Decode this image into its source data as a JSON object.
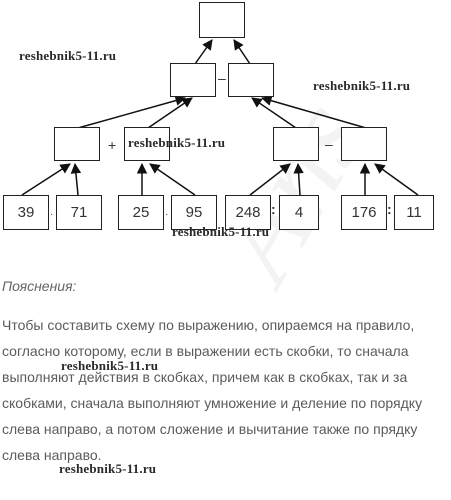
{
  "watermark": "reshebnik5-11.ru",
  "nodes": {
    "leaf1": "39",
    "leaf2": "71",
    "leaf3": "25",
    "leaf4": "95",
    "leaf5": "248",
    "leaf6": "4",
    "leaf7": "176",
    "leaf8": "11"
  },
  "operators": {
    "op_leaf_left1": "·",
    "op_leaf_left2": "·",
    "op_leaf_right1": ":",
    "op_leaf_right2": ":",
    "op_mid_left": "+",
    "op_mid_right": "–",
    "op_top": "–"
  },
  "explanation": {
    "heading": "Пояснения:",
    "text": "Чтобы составить схему по выражению, опираемся на правило, согласно которому, если в выражении есть скобки, то сначала выполняют действия в скобках, причем как в скобках, так и за скобками, сначала выполняют умножение и деление по порядку слева направо, а потом сложение и вычитание также по прядку слева направо."
  }
}
